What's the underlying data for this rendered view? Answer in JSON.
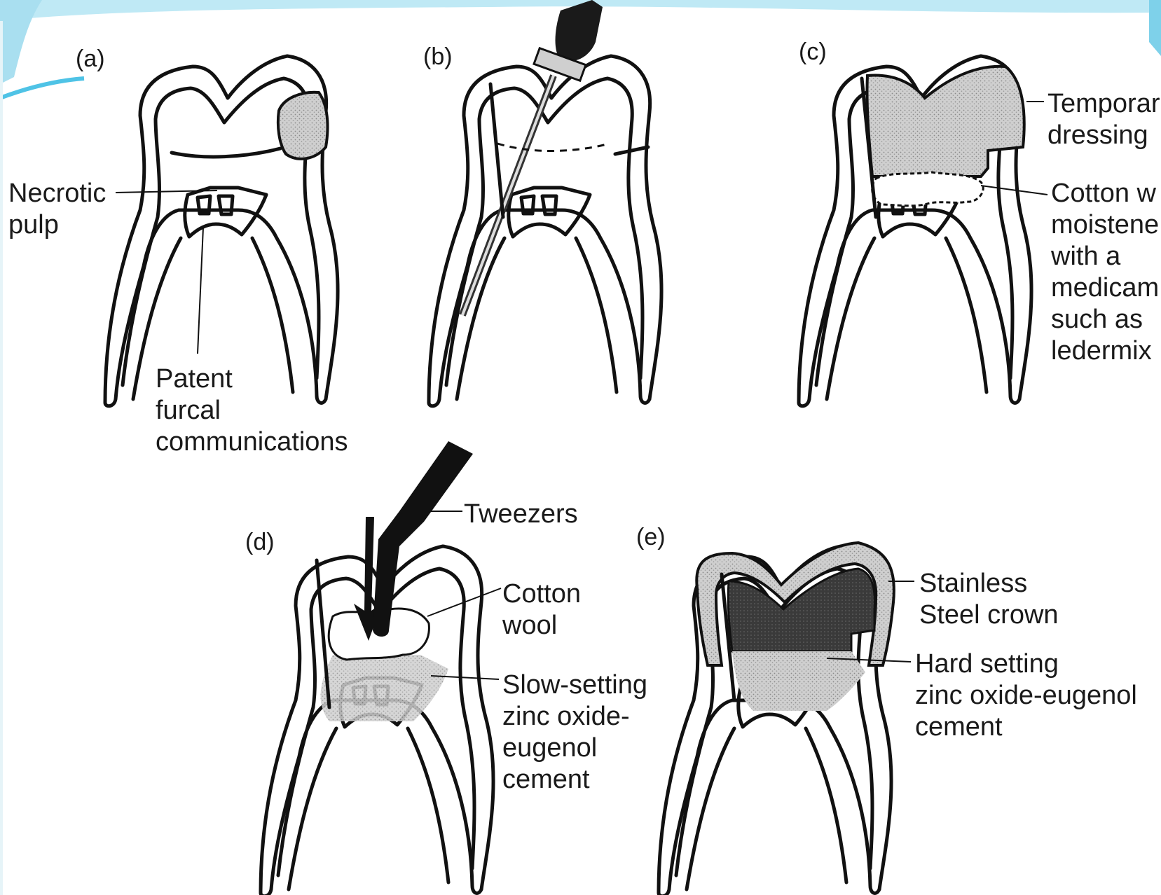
{
  "slide": {
    "accent_color": "#4fc3e6",
    "stipple_color": "#c8c8c8",
    "dark_fill_color": "#3a3a3a"
  },
  "panels": {
    "a": {
      "label": "(a)",
      "callouts": {
        "necrotic": [
          "Necrotic",
          "pulp"
        ],
        "furcal": [
          "Patent",
          "furcal",
          "communications"
        ]
      }
    },
    "b": {
      "label": "(b)"
    },
    "c": {
      "label": "(c)",
      "callouts": {
        "dressing": [
          "Temporar",
          "dressing"
        ],
        "cotton": [
          "Cotton w",
          "moistene",
          "with a",
          "medicam",
          "such as",
          "ledermix"
        ]
      }
    },
    "d": {
      "label": "(d)",
      "callouts": {
        "tweezers": [
          "Tweezers"
        ],
        "cotton": [
          "Cotton",
          "wool"
        ],
        "cement": [
          "Slow-setting",
          "zinc oxide-",
          "eugenol",
          "cement"
        ]
      }
    },
    "e": {
      "label": "(e)",
      "callouts": {
        "crown": [
          "Stainless",
          "Steel crown"
        ],
        "cement": [
          "Hard setting",
          "zinc oxide-eugenol",
          "cement"
        ]
      }
    }
  }
}
